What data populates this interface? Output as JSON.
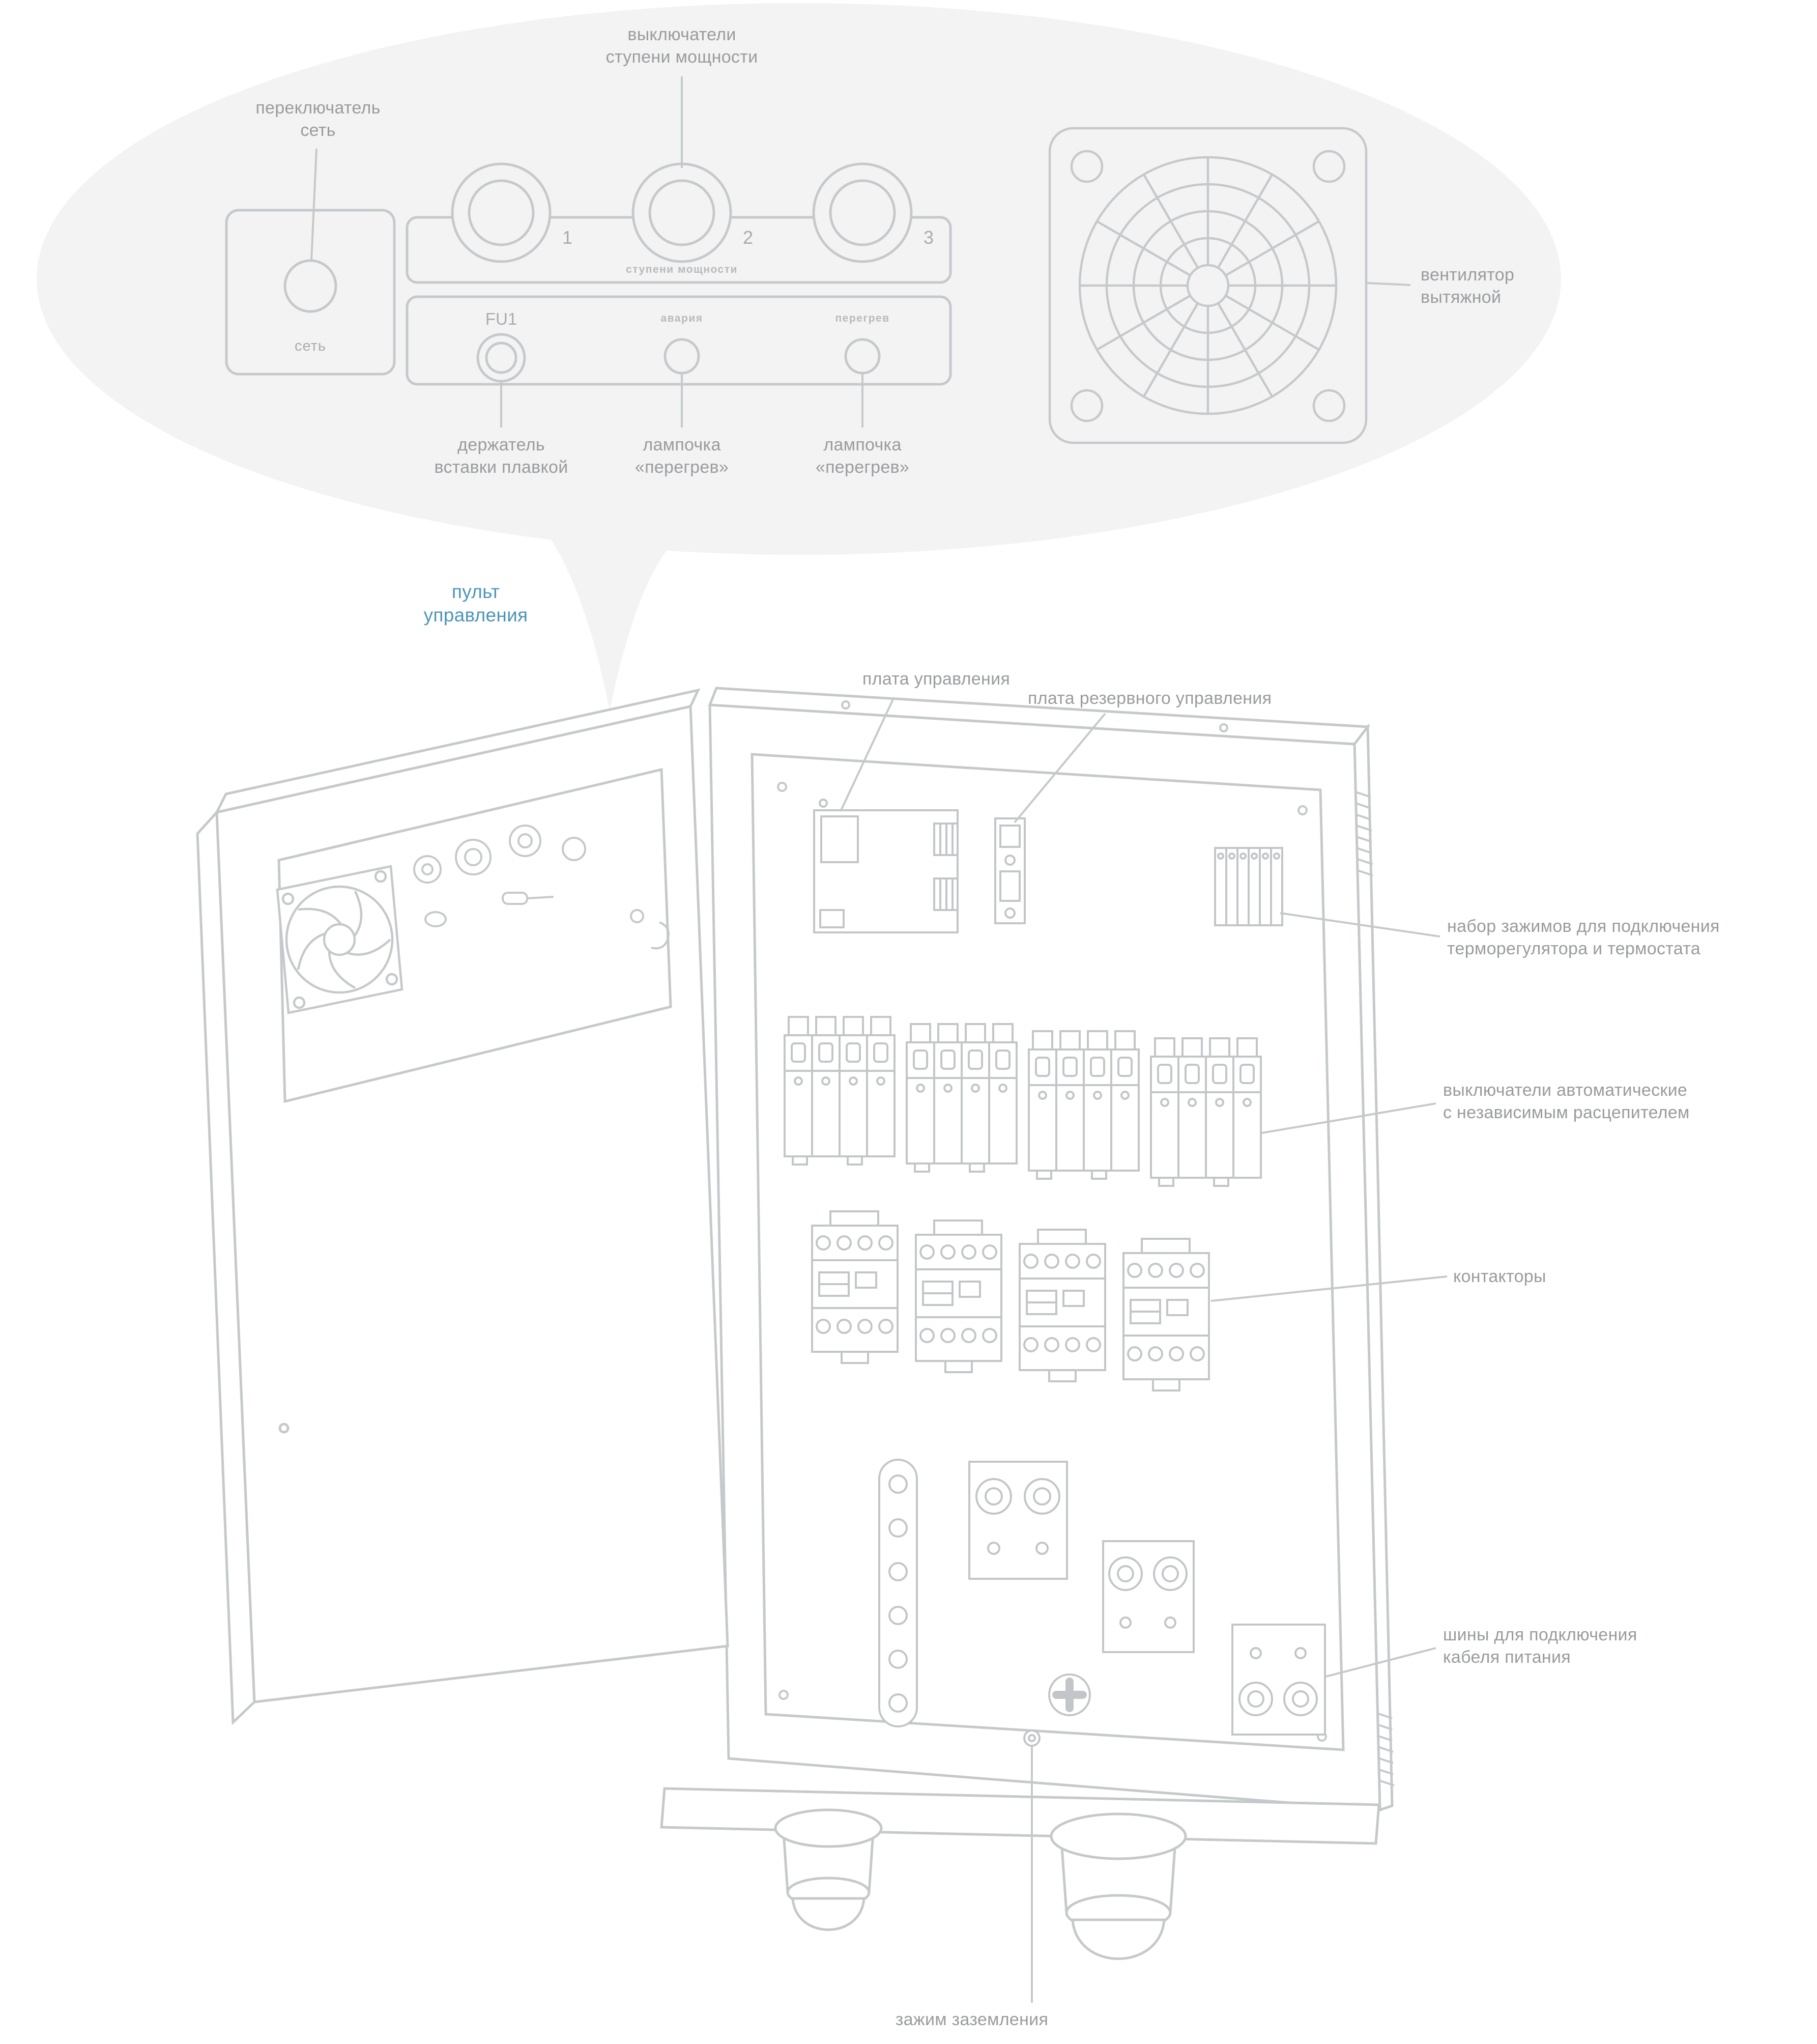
{
  "callout": {
    "labels": {
      "power_stage_switches": [
        "выключатели",
        "ступени мощности"
      ],
      "net_switch": [
        "переключатель",
        "сеть"
      ],
      "fan": [
        "вентилятор",
        "вытяжной"
      ],
      "fuse_holder": [
        "держатель",
        "вставки плавкой"
      ],
      "lamp_left": [
        "лампочка",
        "«перегрев»"
      ],
      "lamp_right": [
        "лампочка",
        "«перегрев»"
      ]
    },
    "panel": {
      "net_button": "сеть",
      "knobs": [
        "1",
        "2",
        "3"
      ],
      "stages_caption": "ступени мощности",
      "fuse": "FU1",
      "alarm_caption": "авария",
      "overheat_caption": "перегрев"
    }
  },
  "cabinet": {
    "labels": {
      "control_panel": [
        "пульт",
        "управления"
      ],
      "control_board": "плата управления",
      "backup_board": "плата резервного управления",
      "terminal_set": [
        "набор зажимов для подключения",
        "терморегулятора и термостата"
      ],
      "breakers": [
        "выключатели автоматические",
        "с независимым расцепителем"
      ],
      "contactors": "контакторы",
      "power_busbars": [
        "шины для подключения",
        "кабеля питания"
      ],
      "ground_clamp": "зажим заземления"
    }
  },
  "colors": {
    "label_text": "#999b9d",
    "accent_blue": "#4c95ba",
    "line": "#c6c9cb",
    "callout_bg": "#f3f3f4"
  }
}
